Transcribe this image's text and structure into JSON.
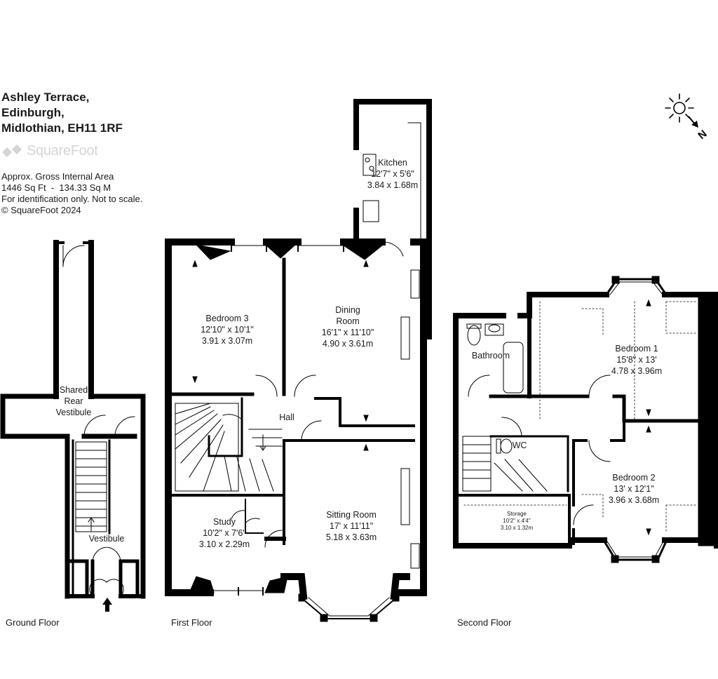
{
  "address": {
    "line1": "Ashley Terrace,",
    "line2": "Edinburgh,",
    "line3": "Midlothian, EH11 1RF"
  },
  "brand": {
    "name": "SquareFoot",
    "logo_color": "#d5d5d5"
  },
  "info": {
    "area_title": "Approx. Gross Internal Area",
    "area_value": "1446 Sq Ft  -  134.33 Sq M",
    "disclaimer": "For identification only. Not to scale.",
    "copyright": "© SquareFoot 2024"
  },
  "floors": {
    "ground": "Ground Floor",
    "first": "First Floor",
    "second": "Second Floor"
  },
  "rooms": {
    "shared_rear_vestibule": {
      "line1": "Shared",
      "line2": "Rear",
      "line3": "Vestibule"
    },
    "vestibule": {
      "name": "Vestibule"
    },
    "kitchen": {
      "name": "Kitchen",
      "imperial": "12'7\" x 5'6\"",
      "metric": "3.84 x 1.68m"
    },
    "bedroom3": {
      "name": "Bedroom 3",
      "imperial": "12'10\" x 10'1\"",
      "metric": "3.91 x 3.07m"
    },
    "dining": {
      "line1": "Dining",
      "line2": "Room",
      "imperial": "16'1\" x 11'10\"",
      "metric": "4.90 x 3.61m"
    },
    "hall": {
      "name": "Hall"
    },
    "study": {
      "name": "Study",
      "imperial": "10'2\" x 7'6\"",
      "metric": "3.10 x 2.29m"
    },
    "sitting": {
      "name": "Sitting Room",
      "imperial": "17' x 11'11\"",
      "metric": "5.18 x 3.63m"
    },
    "bathroom": {
      "name": "Bathroom"
    },
    "bedroom1": {
      "name": "Bedroom 1",
      "imperial": "15'8\" x 13'",
      "metric": "4.78 x 3.96m"
    },
    "wc": {
      "name": "WC"
    },
    "bedroom2": {
      "name": "Bedroom 2",
      "imperial": "13' x 12'1\"",
      "metric": "3.96 x 3.68m"
    },
    "storage": {
      "name": "Storage",
      "imperial": "10'2\" x 4'4\"",
      "metric": "3.10 x 1.32m"
    }
  },
  "compass": {
    "label": "N",
    "icon": "sun-icon"
  },
  "colors": {
    "wall": "#000000",
    "line": "#333333"
  }
}
